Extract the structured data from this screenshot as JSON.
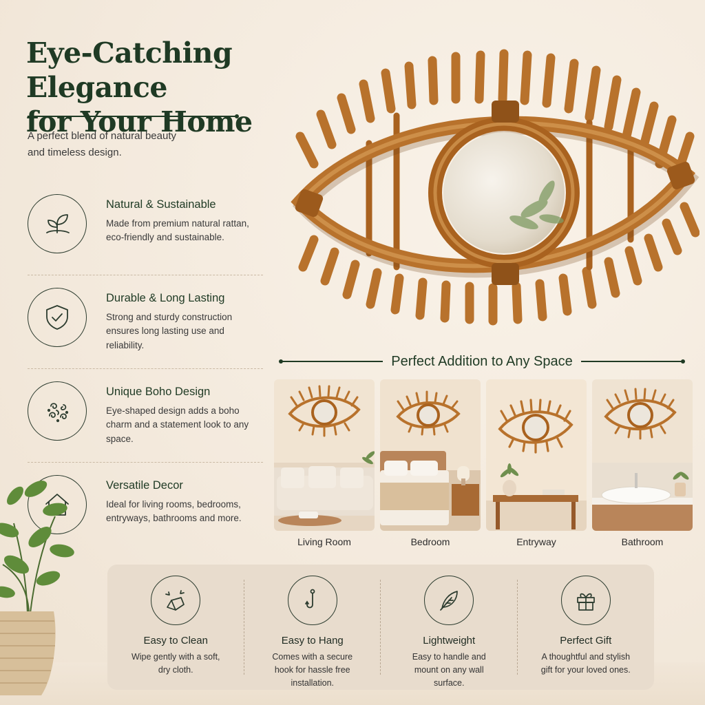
{
  "headline": {
    "line1": "Eye-Catching Elegance",
    "line2": "for Your Home"
  },
  "subtitle": {
    "line1": "A perfect blend of natural beauty",
    "line2": "and timeless design."
  },
  "features": [
    {
      "icon": "leaf-sprout-icon",
      "title": "Natural & Sustainable",
      "desc": "Made from premium natural rattan, eco-friendly and sustainable."
    },
    {
      "icon": "shield-check-icon",
      "title": "Durable & Long Lasting",
      "desc": "Strong and sturdy construction ensures long lasting use and reliability."
    },
    {
      "icon": "boho-swirl-icon",
      "title": "Unique Boho Design",
      "desc": "Eye-shaped design adds a boho charm and a statement look to any space."
    },
    {
      "icon": "house-icon",
      "title": "Versatile Decor",
      "desc": "Ideal for living rooms, bedrooms, entryways, bathrooms and more."
    }
  ],
  "section": {
    "title": "Perfect Addition to Any Space"
  },
  "rooms": [
    {
      "label": "Living Room"
    },
    {
      "label": "Bedroom"
    },
    {
      "label": "Entryway"
    },
    {
      "label": "Bathroom"
    }
  ],
  "benefits": [
    {
      "icon": "cleaning-cloth-icon",
      "title": "Easy to Clean",
      "desc": "Wipe gently with a soft, dry cloth."
    },
    {
      "icon": "hook-icon",
      "title": "Easy to Hang",
      "desc": "Comes with a secure hook for hassle free installation."
    },
    {
      "icon": "feather-icon",
      "title": "Lightweight",
      "desc": "Easy to handle and mount on any wall surface."
    },
    {
      "icon": "gift-icon",
      "title": "Perfect Gift",
      "desc": "A thoughtful and stylish gift for your loved ones."
    }
  ],
  "colors": {
    "accent_green": "#1f3a24",
    "rattan": "#c07a2c",
    "background": "#f5ece0"
  }
}
